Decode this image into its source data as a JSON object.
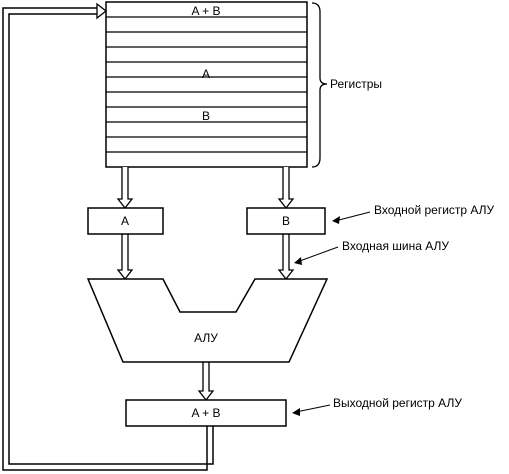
{
  "registers": {
    "label": "Регистры",
    "cells": [
      "A + B",
      "",
      "",
      "",
      "A",
      "",
      "",
      "B",
      "",
      "",
      ""
    ]
  },
  "input_a": {
    "label": "A"
  },
  "input_b": {
    "label": "B"
  },
  "alu": {
    "label": "АЛУ"
  },
  "output": {
    "label": "A + B"
  },
  "annotations": {
    "input_register": "Входной регистр АЛУ",
    "input_bus": "Входная шина АЛУ",
    "output_register": "Выходной регистр АЛУ"
  }
}
